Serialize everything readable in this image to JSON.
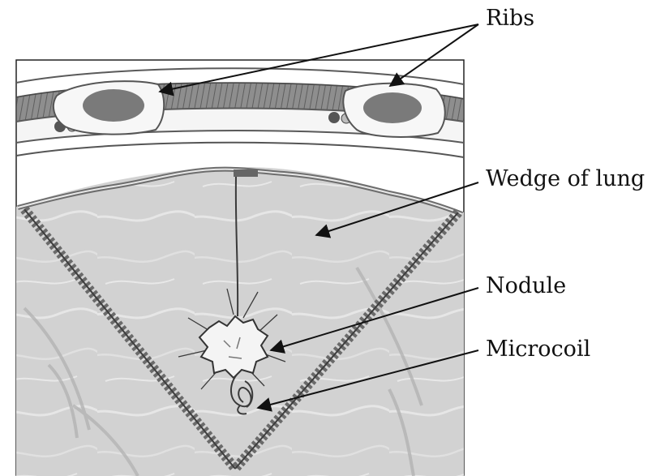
{
  "labels": {
    "ribs": "Ribs",
    "wedge": "Wedge of lung",
    "nodule": "Nodule",
    "microcoil": "Microcoil"
  }
}
